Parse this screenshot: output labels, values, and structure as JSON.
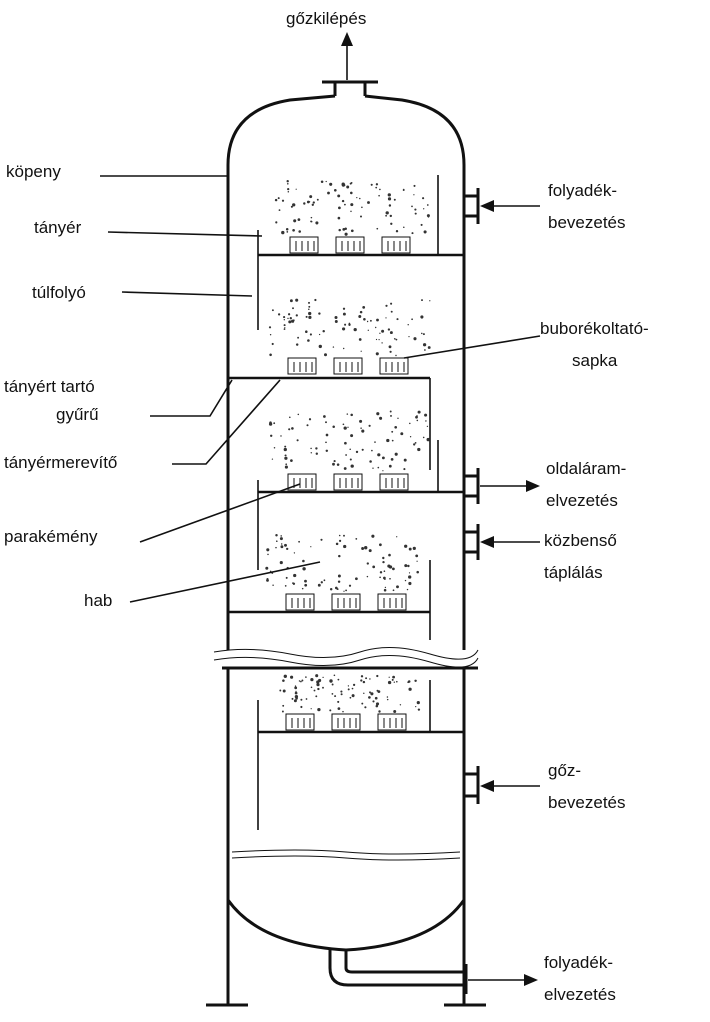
{
  "labels": {
    "steam_out": "gőzkilépés",
    "shell": "köpeny",
    "tray": "tányér",
    "overflow": "túlfolyó",
    "tray_support_1": "tányért tartó",
    "tray_support_2": "gyűrű",
    "tray_stiffener": "tányérmerevítő",
    "vapor_chimney": "parakémény",
    "foam": "hab",
    "liquid_in_1": "folyadék-",
    "liquid_in_2": "bevezetés",
    "bubble_cap_1": "buborékoltató-",
    "bubble_cap_2": "sapka",
    "side_draw_1": "oldaláram-",
    "side_draw_2": "elvezetés",
    "intermediate_feed_1": "közbenső",
    "intermediate_feed_2": "táplálás",
    "steam_in_1": "gőz-",
    "steam_in_2": "bevezetés",
    "liquid_out_1": "folyadék-",
    "liquid_out_2": "elvezetés"
  }
}
